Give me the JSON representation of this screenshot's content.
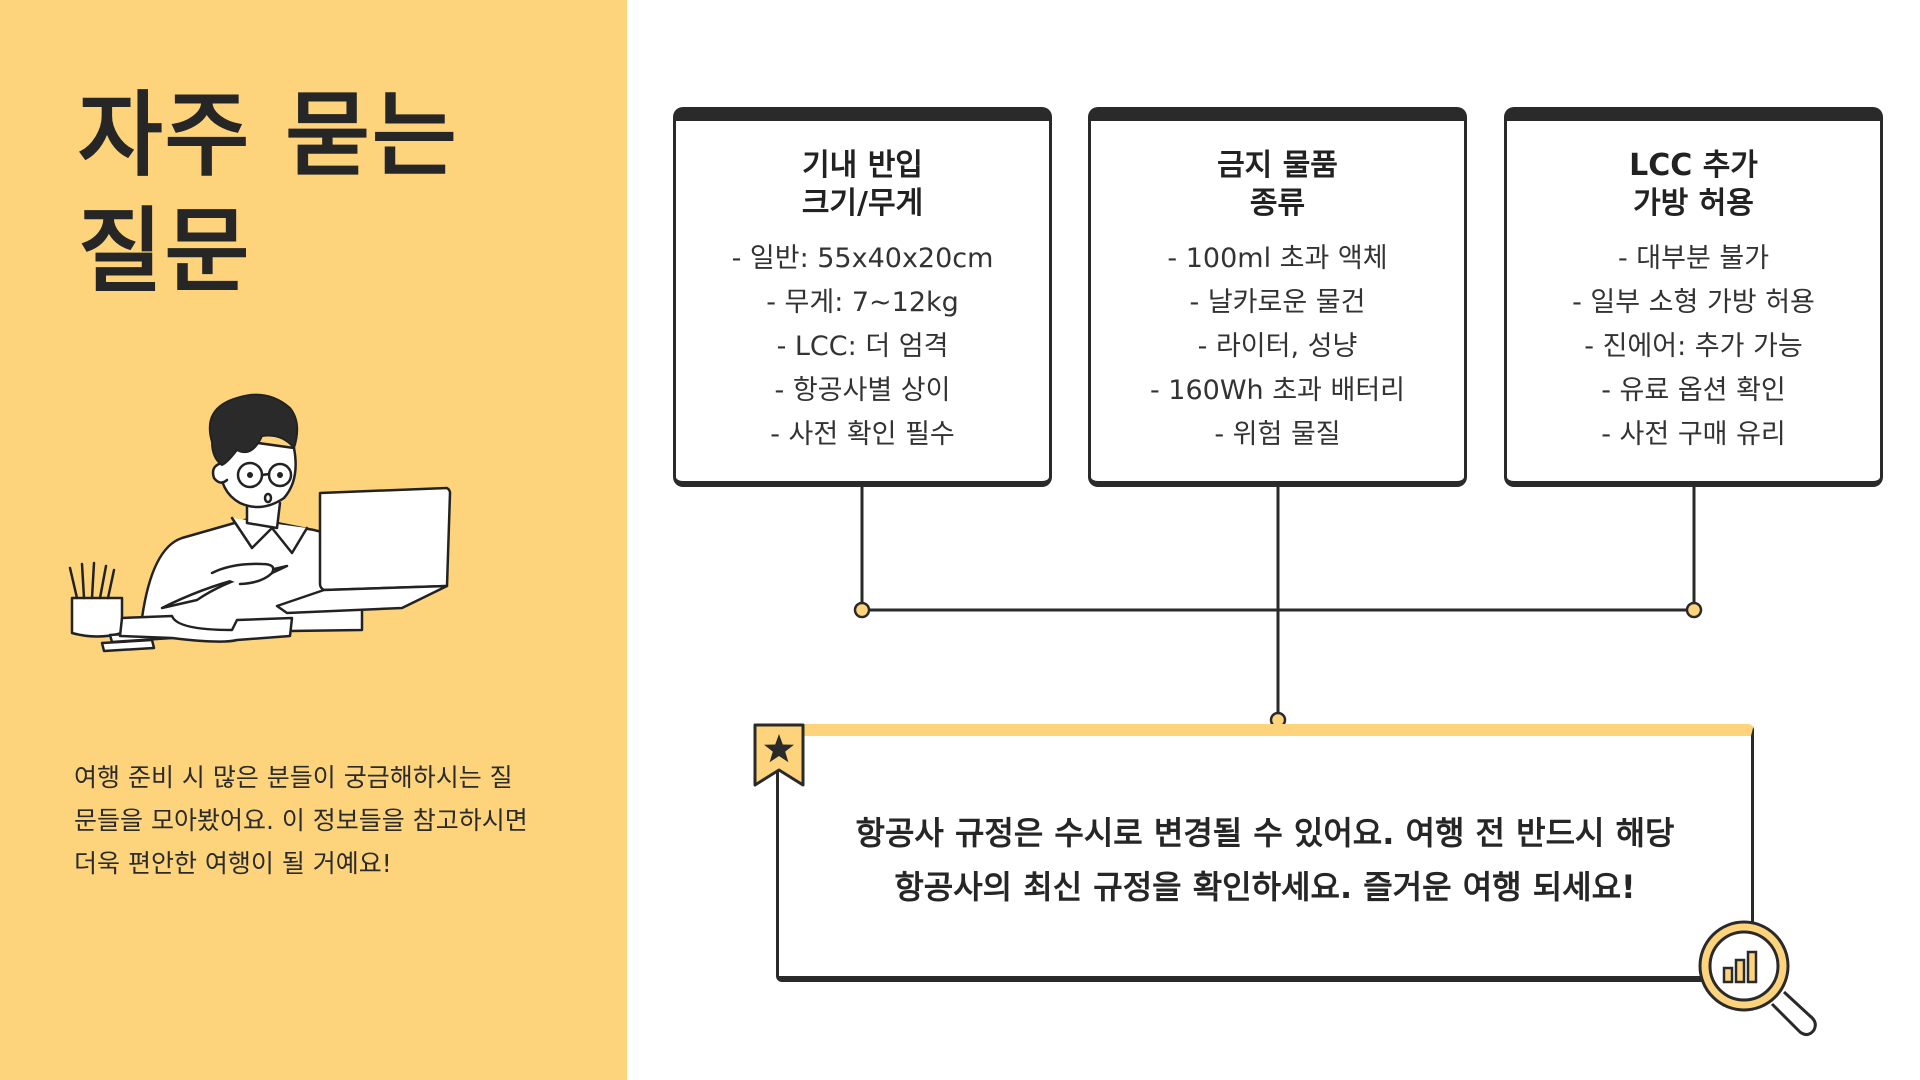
{
  "title": {
    "line1": "자주 묻는",
    "line2": "질문"
  },
  "description": {
    "line1": "여행 준비 시 많은 분들이 궁금해하시는 질",
    "line2": "문들을 모아봤어요. 이 정보들을 참고하시면",
    "line3": "더욱 편안한 여행이 될 거예요!"
  },
  "cards": [
    {
      "title_line1": "기내 반입",
      "title_line2": "크기/무게",
      "items": [
        "- 일반: 55x40x20cm",
        "- 무게: 7~12kg",
        "- LCC: 더 엄격",
        "- 항공사별 상이",
        "- 사전 확인 필수"
      ]
    },
    {
      "title_line1": "금지 물품",
      "title_line2": "종류",
      "items": [
        "- 100ml 초과 액체",
        "- 날카로운 물건",
        "- 라이터, 성냥",
        "- 160Wh 초과 배터리",
        "- 위험 물질"
      ]
    },
    {
      "title_line1": "LCC 추가",
      "title_line2": "가방 허용",
      "items": [
        "- 대부분 불가",
        "- 일부 소형 가방 허용",
        "- 진에어: 추가 가능",
        "- 유료 옵션 확인",
        "- 사전 구매 유리"
      ]
    }
  ],
  "note": {
    "line1": "항공사 규정은 수시로 변경될 수 있어요. 여행 전 반드시 해당",
    "line2": "항공사의 최신 규정을 확인하세요. 즐거운 여행 되세요!"
  },
  "icons": {
    "ribbon": "star-bookmark-icon",
    "magnifier": "magnifier-chart-icon",
    "illustration": "person-at-laptop-illustration"
  },
  "colors": {
    "accent_yellow": "#FDD47C",
    "dark": "#2a2a2a",
    "background": "#ffffff"
  }
}
